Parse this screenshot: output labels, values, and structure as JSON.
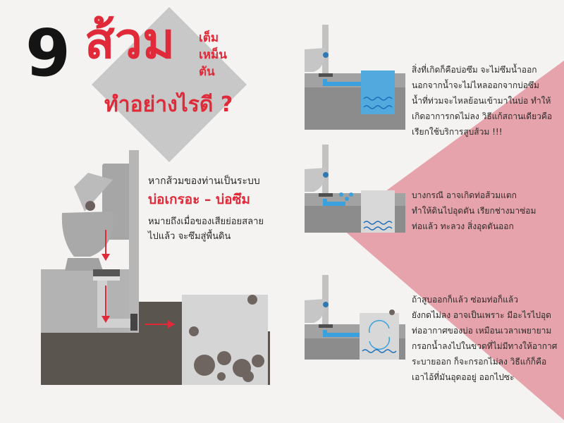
{
  "title": {
    "number": "9",
    "main": "ส้วม",
    "side": [
      "เต็ม",
      "เหม็น",
      "ตัน"
    ],
    "question": "ทำอย่างไรดี ?"
  },
  "intro": {
    "line1": "หากส้วมของท่านเป็นระบบ",
    "system": "บ่อเกรอะ – บ่อซึม",
    "desc": [
      "หมายถึงเมื่อของเสียย่อยสลาย",
      "ไปแล้ว จะซึมสู่พื้นดิน"
    ]
  },
  "cases": [
    {
      "lines": [
        "สิ่งที่เกิดก็คือบ่อซึม จะไม่ซึมน้ำออก",
        "นอกจากน้ำจะไม่ไหลออกจากบ่อซึม",
        "น้ำที่ท่วมจะไหลย้อนเข้ามาในบ่อ ทำให้",
        "เกิดอาการกดไม่ลง วิธีแก้สถานเดียวคือ",
        "เรียกใช้บริการสูบส้วม !!!"
      ]
    },
    {
      "lines": [
        "บางกรณี อาจเกิดท่อส้วมแตก",
        "ทำให้ดินไปอุดตัน เรียกช่างมาซ่อม",
        "ท่อแล้ว ทะลวง สิ่งอุดตันออก"
      ]
    },
    {
      "lines": [
        "ถ้าสูบออกก็แล้ว ซ่อมท่อก็แล้ว",
        "ยังกดไม่ลง อาจเป็นเพราะ มีอะไรไปอุด",
        "ท่ออากาศของบ่อ เหมือนเวลาเพยายาม",
        "กรอกน้ำลงไปในขวดที่ไม่มีทางให้อากาศ",
        "ระบายออก ก็จะกรอกไม่ลง วิธีแก้ก็คือ",
        "เอาไอ้ที่มันอุดออยู่ ออกไปซะ"
      ]
    }
  ],
  "colors": {
    "accent": "#e02a3a",
    "pink": "#e7a3ab",
    "water": "#3aa1de",
    "ground": "#5b5550",
    "grey": "#a6a6a6"
  }
}
